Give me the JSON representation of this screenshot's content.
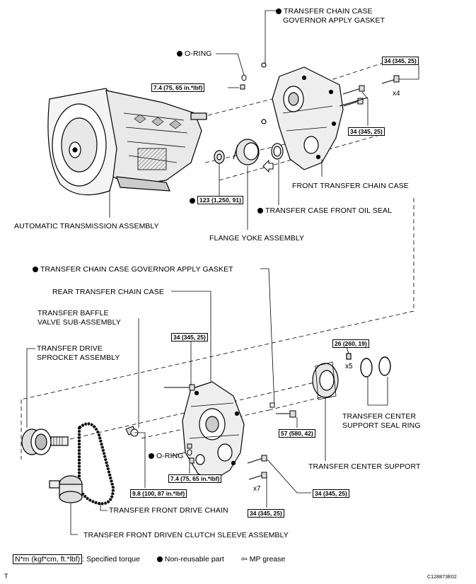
{
  "labels": {
    "gov_gasket_front_1": "TRANSFER CHAIN CASE",
    "gov_gasket_front_2": "GOVERNOR APPLY GASKET",
    "o_ring_top": "O-RING",
    "front_case": "FRONT TRANSFER CHAIN CASE",
    "front_oil_seal": "TRANSFER CASE FRONT OIL SEAL",
    "auto_trans": "AUTOMATIC TRANSMISSION ASSEMBLY",
    "flange_yoke": "FLANGE YOKE ASSEMBLY",
    "gov_gasket_rear": "TRANSFER CHAIN CASE GOVERNOR APPLY GASKET",
    "rear_case": "REAR TRANSFER CHAIN CASE",
    "baffle_1": "TRANSFER BAFFLE",
    "baffle_2": "VALVE SUB-ASSEMBLY",
    "drive_sprocket_1": "TRANSFER DRIVE",
    "drive_sprocket_2": "SPROCKET ASSEMBLY",
    "seal_ring_1": "TRANSFER CENTER",
    "seal_ring_2": "SUPPORT SEAL RING",
    "center_support": "TRANSFER CENTER SUPPORT",
    "o_ring_bottom": "O-RING",
    "front_drive_chain": "TRANSFER FRONT DRIVE CHAIN",
    "driven_clutch": "TRANSFER FRONT DRIVEN CLUTCH SLEEVE ASSEMBLY"
  },
  "torques": {
    "t_top_right": "34 (345, 25)",
    "t_oring_top": "7.4 (75, 65 in.*lbf)",
    "t_front_bolts": "34 (345, 25)",
    "t_flange_nut": "123 (1,250, 91)",
    "t_rear_top": "34 (345, 25)",
    "t_center_support": "26 (260, 19)",
    "t_57": "57 (580, 42)",
    "t_oring_bottom": "7.4 (75, 65 in.*lbf)",
    "t_baffle": "9.8 (100, 87 in.*lbf)",
    "t_bolt_right": "34 (345, 25)",
    "t_bolt_bottom": "34 (345, 25)"
  },
  "counts": {
    "x4": "x4",
    "x5": "x5",
    "x7": "x7"
  },
  "legend": {
    "unit_box": "N*m (kgf*cm, ft.*lbf)",
    "unit_text": ": Specified torque",
    "nonreusable": "Non-reusable part",
    "grease": "MP grease"
  },
  "footer": {
    "left_mark": "T",
    "code": "C128873E02"
  }
}
